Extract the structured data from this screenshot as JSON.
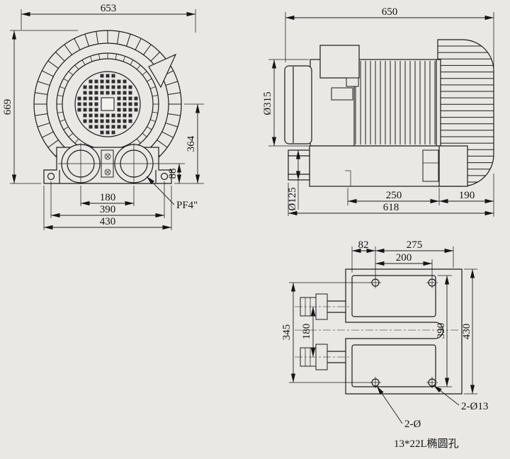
{
  "views": {
    "front": {
      "overall_width": "653",
      "overall_height": "669",
      "port_spacing": "180",
      "foot_hole_spacing": "390",
      "base_width": "430",
      "port_height": "88",
      "center_height": "364",
      "port_thread": "PF4\""
    },
    "side": {
      "overall_length": "650",
      "motor_diameter": "Ø315",
      "port_diameter": "Ø125",
      "base_length": "250",
      "housing_width": "190",
      "total_length": "618"
    },
    "bottom": {
      "edge_to_hole": "82",
      "hole_to_edge": "275",
      "hole_spacing": "200",
      "hole_row_spacing": "345",
      "port_spacing": "180",
      "pad_span": "390",
      "plate_width": "430",
      "round_hole_label": "2-Ø13",
      "slot_hole_label_line1": "2-Ø",
      "slot_hole_label_line2": "13*22L椭圆孔"
    }
  }
}
